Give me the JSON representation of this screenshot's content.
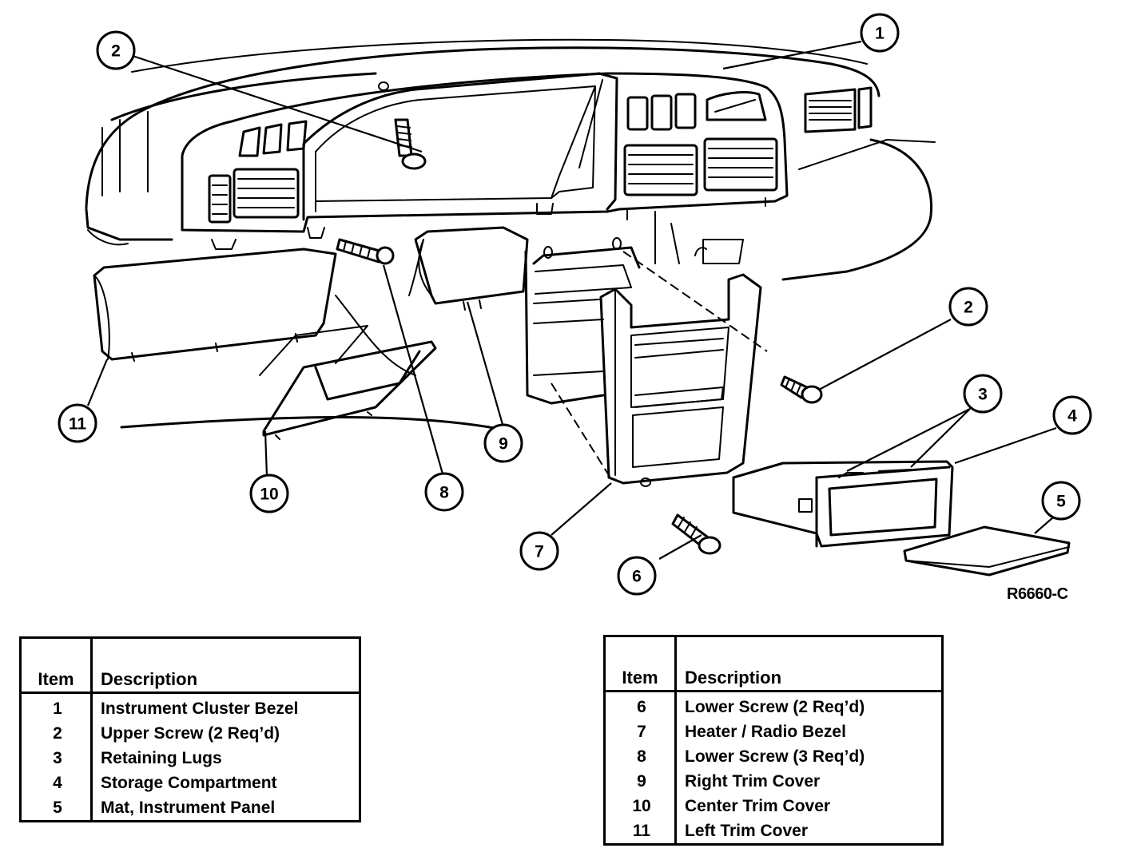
{
  "figure_code": "R6660-C",
  "callouts": [
    "1",
    "2",
    "2",
    "3",
    "4",
    "5",
    "6",
    "7",
    "8",
    "9",
    "10",
    "11"
  ],
  "legend_left": {
    "header_item": "Item",
    "header_description": "Description",
    "rows": [
      {
        "item": "1",
        "description": "Instrument Cluster Bezel"
      },
      {
        "item": "2",
        "description": "Upper Screw (2 Req’d)"
      },
      {
        "item": "3",
        "description": "Retaining Lugs"
      },
      {
        "item": "4",
        "description": "Storage Compartment"
      },
      {
        "item": "5",
        "description": "Mat, Instrument Panel"
      }
    ]
  },
  "legend_right": {
    "header_item": "Item",
    "header_description": "Description",
    "rows": [
      {
        "item": "6",
        "description": "Lower Screw (2 Req’d)"
      },
      {
        "item": "7",
        "description": "Heater / Radio Bezel"
      },
      {
        "item": "8",
        "description": "Lower Screw (3 Req’d)"
      },
      {
        "item": "9",
        "description": "Right Trim Cover"
      },
      {
        "item": "10",
        "description": "Center Trim Cover"
      },
      {
        "item": "11",
        "description": "Left Trim Cover"
      }
    ]
  }
}
